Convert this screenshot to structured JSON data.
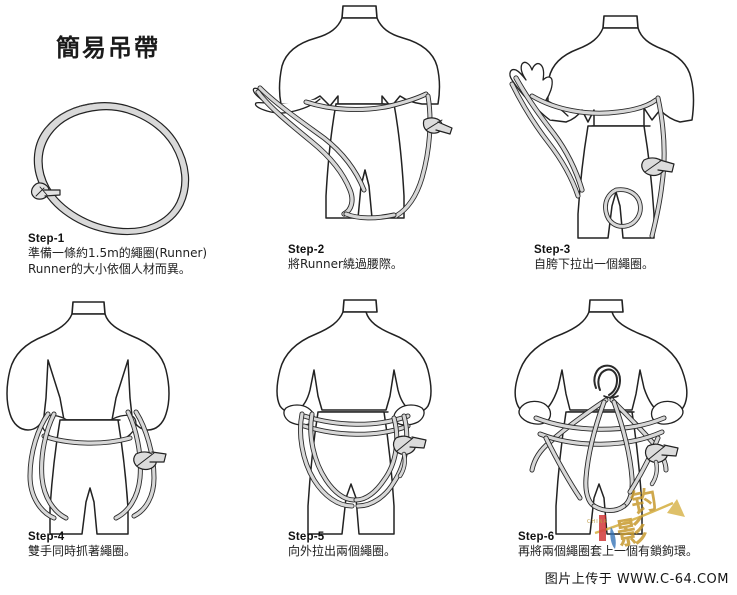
{
  "document": {
    "title": "簡易吊帶",
    "language": "zh-Hant",
    "kind": "instructional-diagram",
    "panel_count": 6
  },
  "colors": {
    "outline": "#1f1f1f",
    "strap_fill": "#d7d7d7",
    "strap_outline": "#2a2a2a",
    "body_fill": "#ffffff",
    "text": "#1a1a1a",
    "background": "#ffffff",
    "watermark_gold": "#c79a2e",
    "watermark_blue": "#2f6fb5",
    "watermark_red": "#cc2222"
  },
  "steps": [
    {
      "id": "step-1",
      "label": "Step-1",
      "description": "準備一條約1.5m的繩圈(Runner)\nRunner的大小依個人材而異。",
      "illustration": "rope-loop-runner"
    },
    {
      "id": "step-2",
      "label": "Step-2",
      "description": "將Runner繞過腰際。",
      "illustration": "torso-runner-around-waist"
    },
    {
      "id": "step-3",
      "label": "Step-3",
      "description": "自胯下拉出一個繩圈。",
      "illustration": "torso-pull-loop-through-crotch"
    },
    {
      "id": "step-4",
      "label": "Step-4",
      "description": "雙手同時抓著繩圈。",
      "illustration": "torso-both-hands-hold-loops"
    },
    {
      "id": "step-5",
      "label": "Step-5",
      "description": "向外拉出兩個繩圈。",
      "illustration": "torso-pull-two-loops-outward"
    },
    {
      "id": "step-6",
      "label": "Step-6",
      "description": "再將兩個繩圈套上一個有鎖鉤環。",
      "illustration": "torso-clip-locking-carabiner"
    }
  ],
  "watermark": {
    "upload_text": "图片上传于 WWW.C-64.COM",
    "logo_text": "钓影"
  }
}
